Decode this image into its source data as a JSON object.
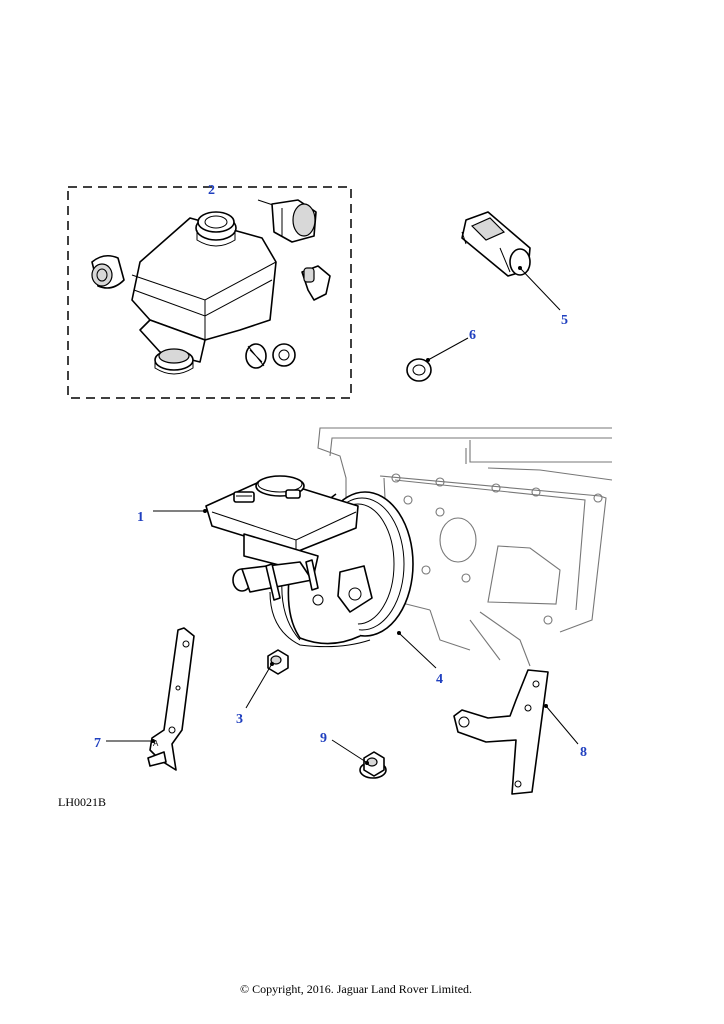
{
  "diagram": {
    "drawing_code": "LH0021B",
    "copyright": "© Copyright, 2016. Jaguar Land Rover Limited.",
    "callouts": [
      {
        "id": "1",
        "label": "1"
      },
      {
        "id": "2",
        "label": "2"
      },
      {
        "id": "3",
        "label": "3"
      },
      {
        "id": "4",
        "label": "4"
      },
      {
        "id": "5",
        "label": "5"
      },
      {
        "id": "6",
        "label": "6"
      },
      {
        "id": "7",
        "label": "7"
      },
      {
        "id": "8",
        "label": "8"
      },
      {
        "id": "9",
        "label": "9"
      }
    ],
    "callout_color": "#1f3fbf"
  }
}
